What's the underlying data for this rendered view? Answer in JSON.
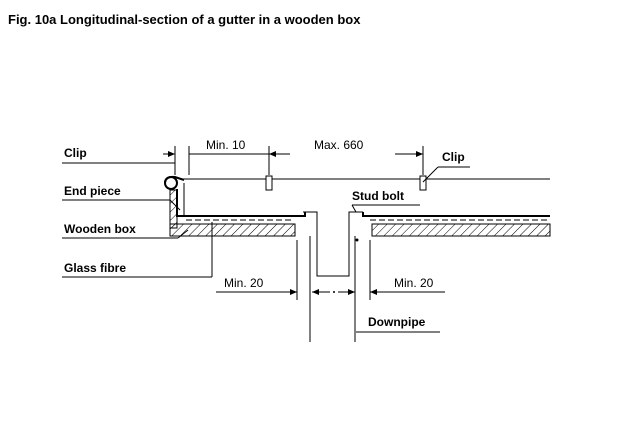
{
  "title": "Fig. 10a  Longitudinal-section of a gutter in a wooden box",
  "labels": {
    "clip_left": "Clip",
    "end_piece": "End piece",
    "wooden_box": "Wooden box",
    "glass_fibre": "Glass fibre",
    "clip_right": "Clip",
    "stud_bolt": "Stud bolt",
    "downpipe": "Downpipe"
  },
  "dimensions": {
    "min_10": "Min. 10",
    "max_660": "Max. 660",
    "min_20_left": "Min. 20",
    "min_20_right": "Min. 20"
  },
  "colors": {
    "line": "#000000",
    "background": "#ffffff"
  }
}
